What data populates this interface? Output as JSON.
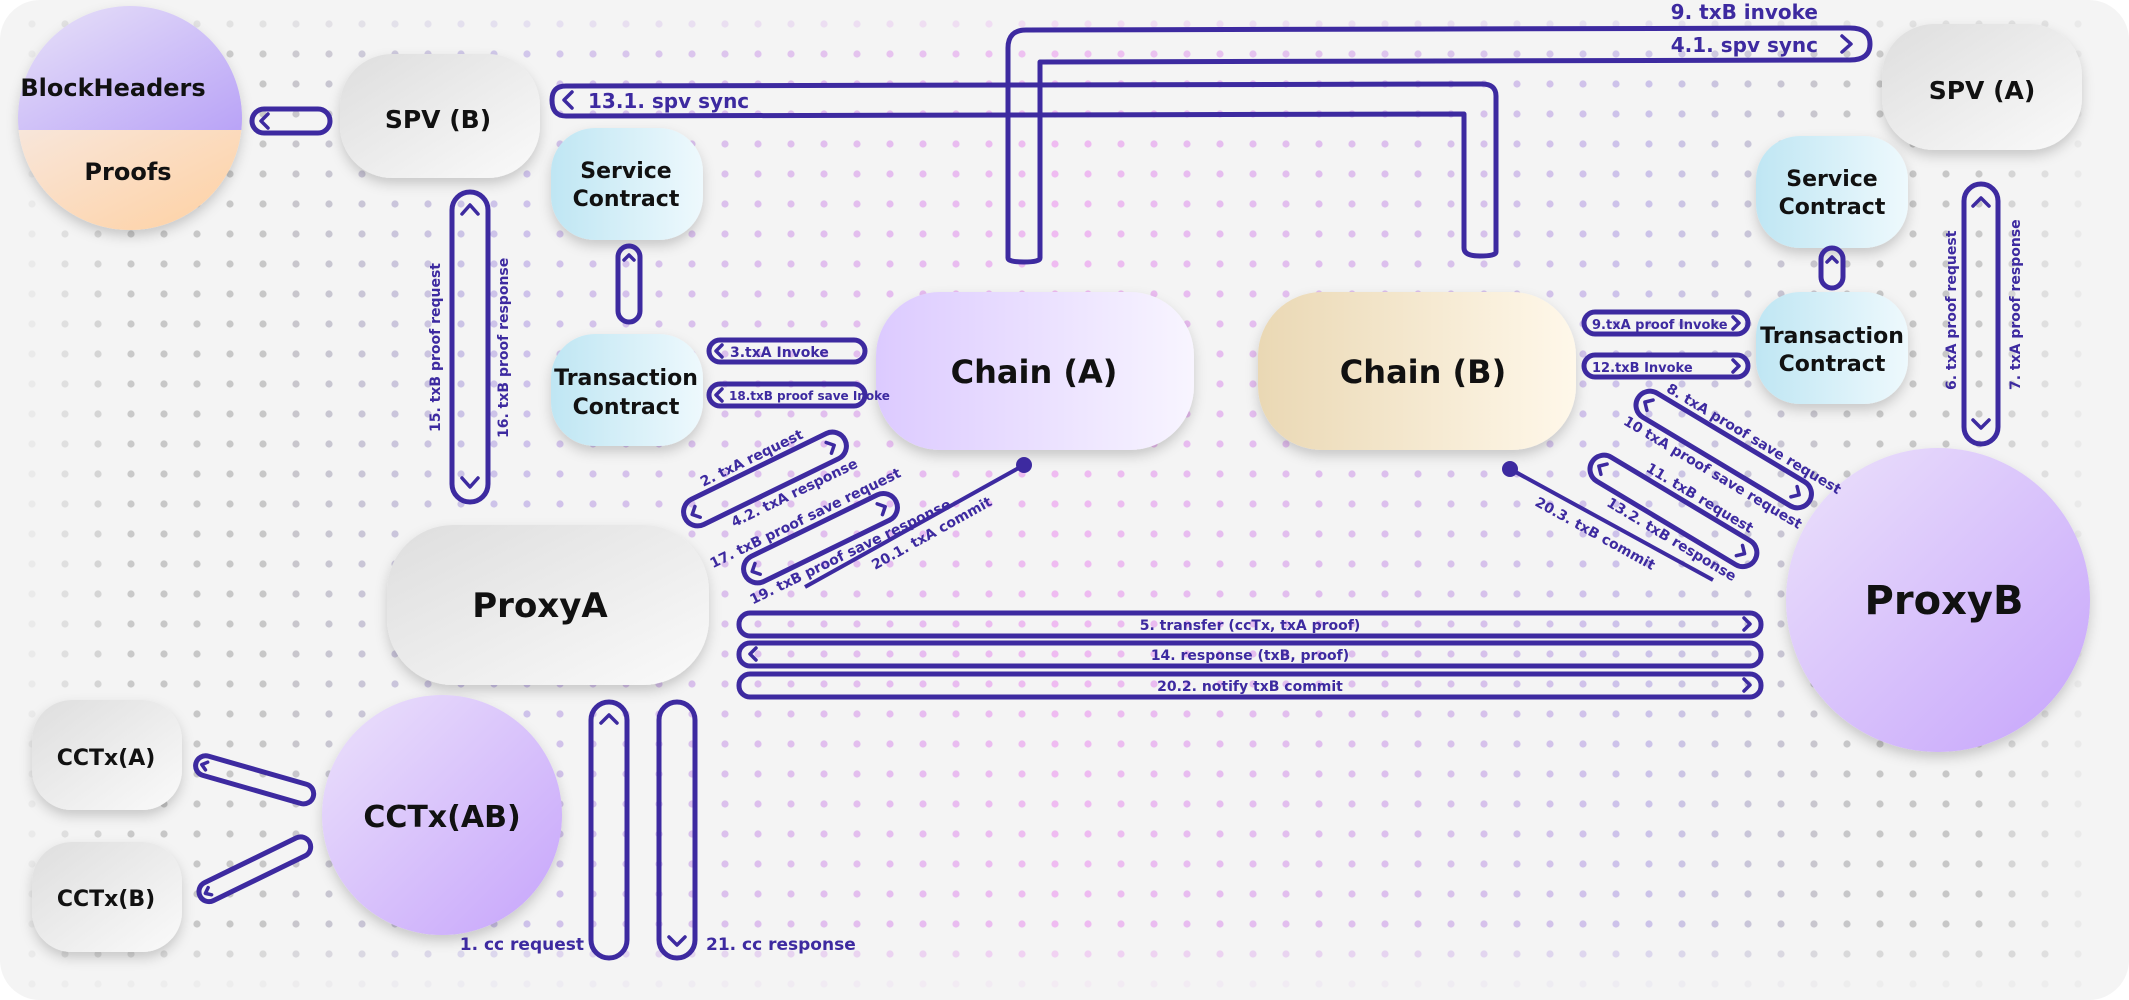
{
  "title": "Cross-chain transaction flow with SPV proofs",
  "colors": {
    "pipe": "#3d2aa0",
    "text": "#111111",
    "background": "#f4f4f4",
    "proxy_purple": "#c9a8ff",
    "contract_blue": "#cdeefa",
    "chain_a": "#e3d3ff",
    "chain_b": "#f0dcb4",
    "gray_node": "#e6e6e6"
  },
  "nodes": {
    "blockheaders": "BlockHeaders",
    "proofs": "Proofs",
    "spv_b": "SPV (B)",
    "spv_a": "SPV (A)",
    "service_contract_a": [
      "Service",
      "Contract"
    ],
    "transaction_contract_a": [
      "Transaction",
      "Contract"
    ],
    "service_contract_b": [
      "Service",
      "Contract"
    ],
    "transaction_contract_b": [
      "Transaction",
      "Contract"
    ],
    "chain_a": "Chain (A)",
    "chain_b": "Chain (B)",
    "proxy_a": "ProxyA",
    "proxy_b": "ProxyB",
    "cctx_a": "CCTx(A)",
    "cctx_b": "CCTx(B)",
    "cctx_ab": "CCTx(AB)"
  },
  "flows": {
    "txb_invoke_9": "9. txB invoke",
    "spv_sync_41": "4.1. spv sync",
    "spv_sync_131": "13.1. spv sync",
    "txa_invoke_3": "3.txA Invoke",
    "txb_proof_save_invoke_18": "18.txB proof save Inoke",
    "txa_request_2": "2. txA request",
    "txa_response_42": "4.2. txA response",
    "txb_proof_save_request_17": "17. txB proof save request",
    "txb_proof_save_response_19": "19. txB proof save response",
    "txa_commit_201": "20.1. txA commit",
    "txb_proof_request_15": "15. txB proof request",
    "txb_proof_response_16": "16. txB proof response",
    "txa_proof_invoke_9": "9.txA proof Invoke",
    "txb_invoke_12": "12.txB Invoke",
    "txa_proof_save_request_8": "8. txA proof save request",
    "txa_proof_save_request_10": "10 txA proof save request",
    "txb_request_11": "11. txB request",
    "txb_response_132": "13.2. txB response",
    "txb_commit_203": "20.3. txB commit",
    "txa_proof_request_6": "6. txA proof request",
    "txa_proof_response_7": "7. txA proof response",
    "transfer_5": "5. transfer (ccTx, txA proof)",
    "response_14": "14. response (txB, proof)",
    "notify_txb_commit_202": "20.2. notify txB commit",
    "cc_request_1": "1. cc request",
    "cc_response_21": "21. cc response"
  }
}
